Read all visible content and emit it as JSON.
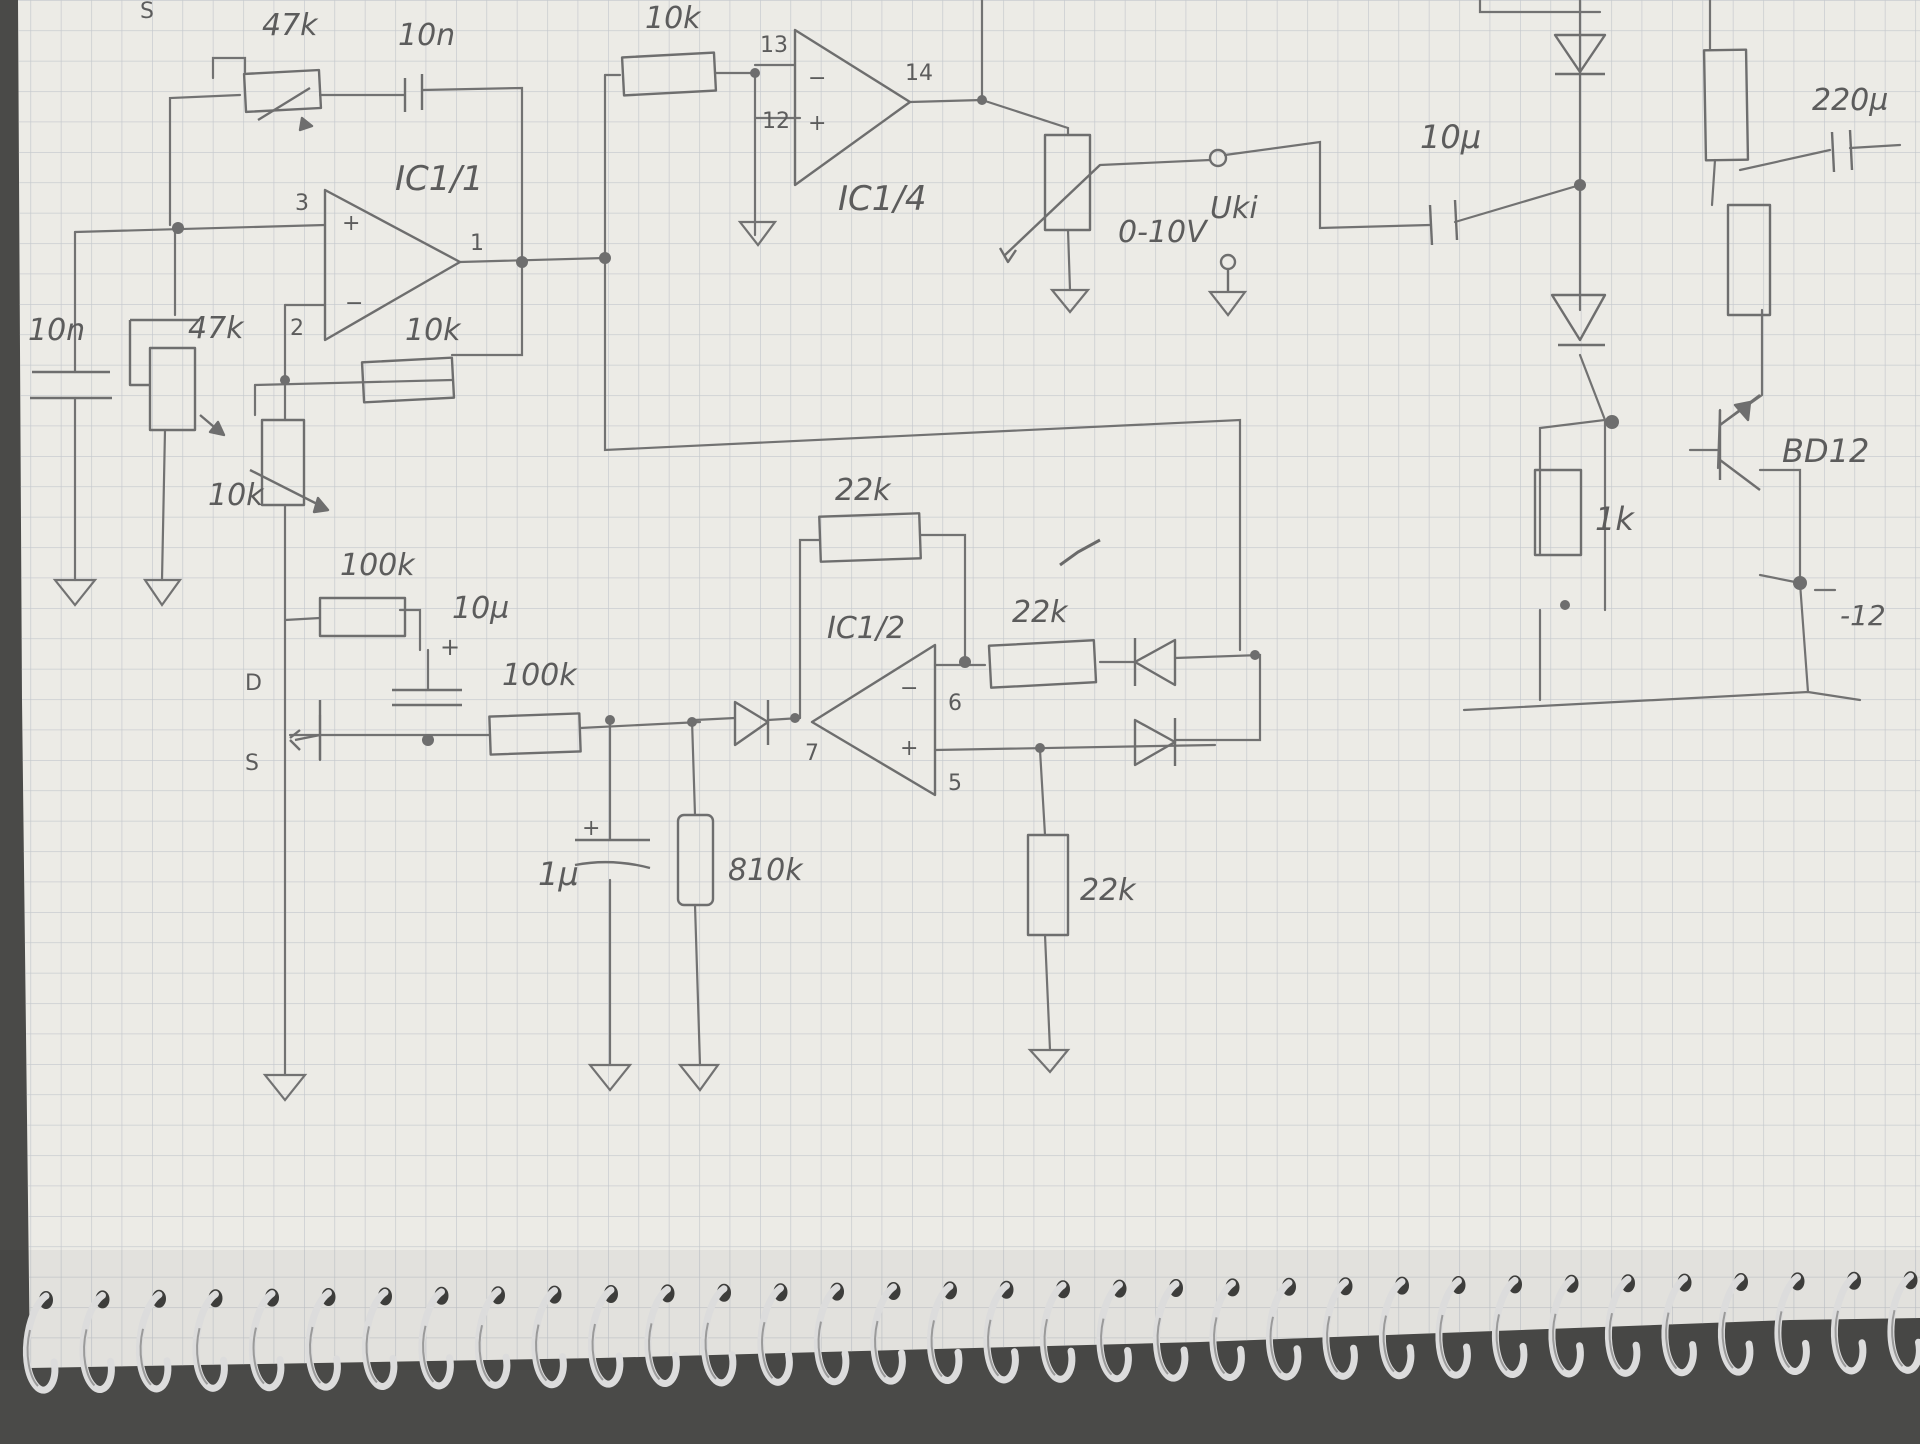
{
  "colors": {
    "paper": "#ecebe6",
    "grid": "#c3c7cc",
    "pencil": "#727272",
    "felt": "#4a4a48",
    "spiral": "#dcdcdc"
  },
  "components": {
    "trim_top": "47k",
    "cap_top": "10n",
    "res_fb_top": "10k",
    "res_ic14_in": "10k",
    "opamp_a_name": "IC1/1",
    "opamp_b_name": "IC1/4",
    "opamp_c_name": "IC1/2",
    "trim_mid": "47k",
    "cap_left": "10n",
    "res_ic11_fb": "10k",
    "trim_lower": "10k",
    "res_100k_top": "100k",
    "cap_10u": "10µ",
    "res_100k_mid": "100k",
    "res_22k_top": "22k",
    "res_22k_mid": "22k",
    "res_22k_bot": "22k",
    "cap_1u": "1µ",
    "res_810k": "810k",
    "cap_10u_out": "10µ",
    "cap_220u": "220µ",
    "res_1k": "1k",
    "transistor": "BD12",
    "output_range": "0-10V",
    "output_name": "Uki",
    "supply": "-12"
  },
  "pins": {
    "ic11_plus": "3",
    "ic11_minus": "2",
    "ic11_out": "1",
    "ic14_minus": "13",
    "ic14_plus": "12",
    "ic14_out": "14",
    "ic12_minus": "6",
    "ic12_plus": "5",
    "ic12_out": "7",
    "fet_s_top": "S",
    "fet_d": "D",
    "fet_s": "S"
  }
}
